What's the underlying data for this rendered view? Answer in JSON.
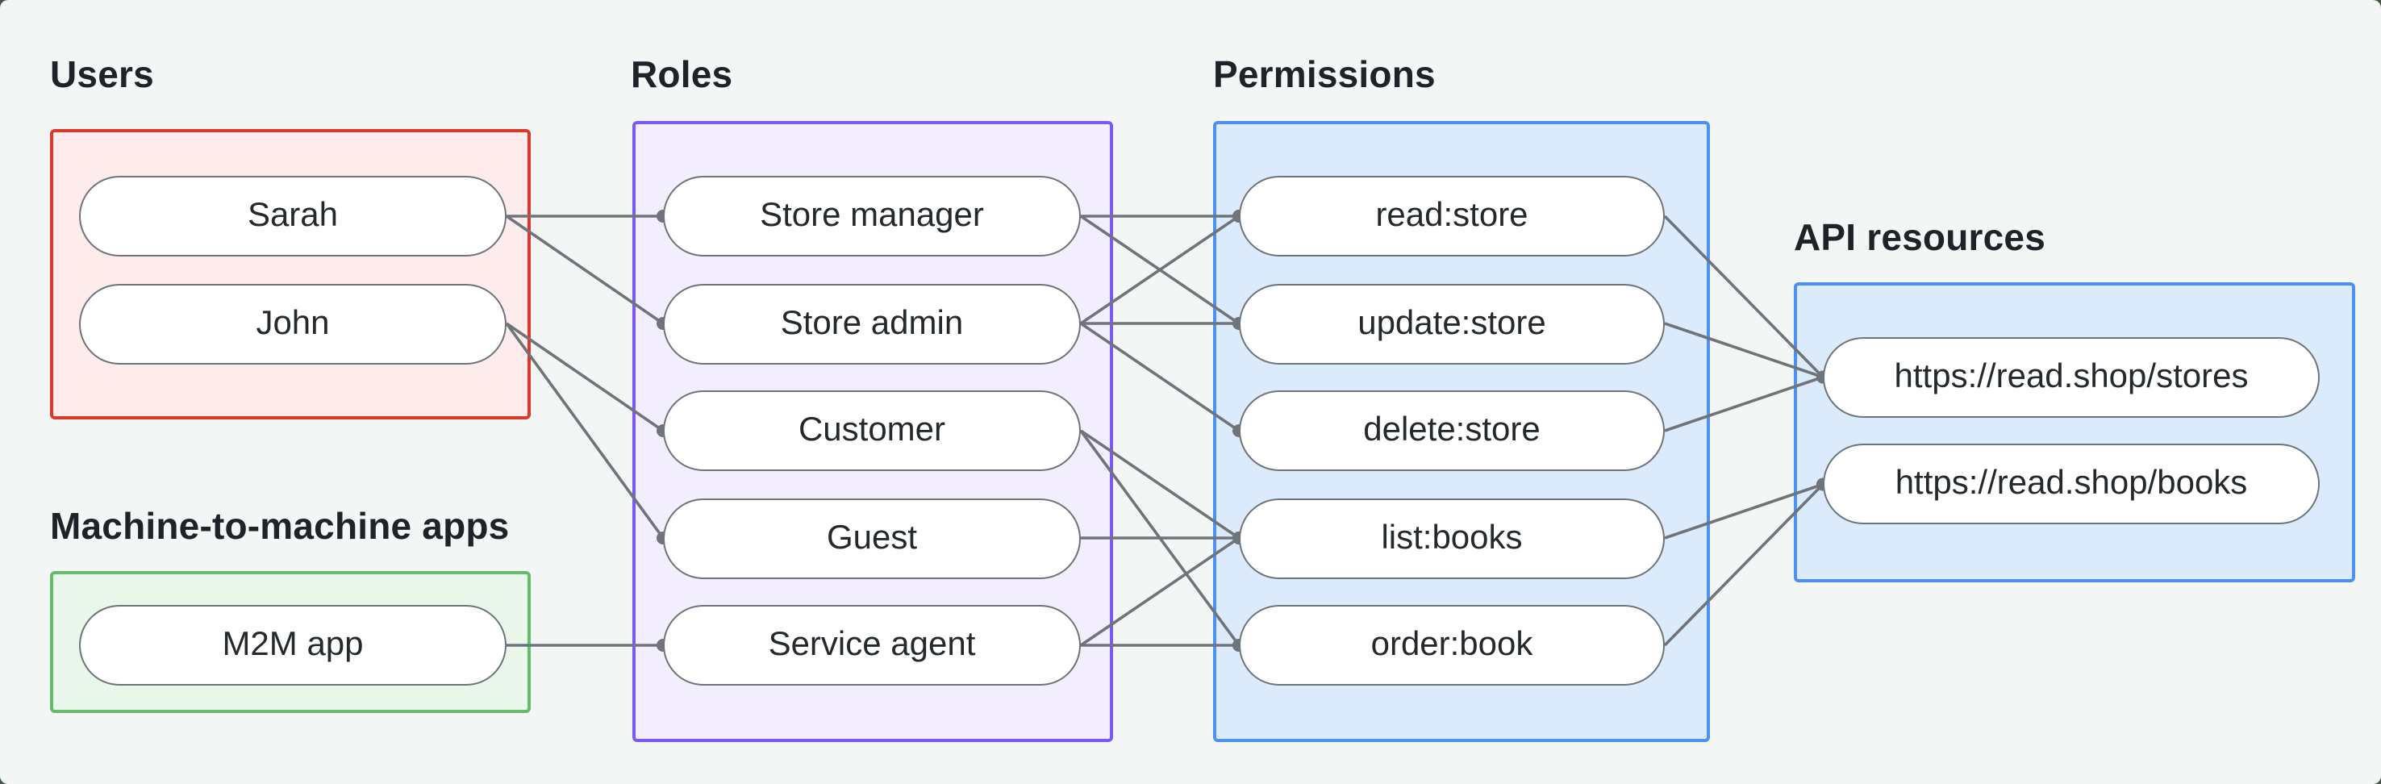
{
  "canvas": {
    "panel_background": "#f4f6f5",
    "page_background": "#475849",
    "edge_color": "#6f747a",
    "node_fill": "#ffffff",
    "node_border": "#6f7478",
    "node_text_color": "#24292e",
    "heading_text_color": "#1d2329"
  },
  "groups": {
    "users": {
      "label": "Users",
      "border_color": "#d9392c",
      "fill_color": "#fdeceb",
      "nodes": [
        {
          "id": "sarah",
          "label": "Sarah"
        },
        {
          "id": "john",
          "label": "John"
        }
      ]
    },
    "m2m": {
      "label": "Machine-to-machine apps",
      "border_color": "#65bd69",
      "fill_color": "#e9f6ea",
      "nodes": [
        {
          "id": "m2m-app",
          "label": "M2M app"
        }
      ]
    },
    "roles": {
      "label": "Roles",
      "border_color": "#7b58f8",
      "fill_color": "#f2eefe",
      "nodes": [
        {
          "id": "store-manager",
          "label": "Store manager"
        },
        {
          "id": "store-admin",
          "label": "Store admin"
        },
        {
          "id": "customer",
          "label": "Customer"
        },
        {
          "id": "guest",
          "label": "Guest"
        },
        {
          "id": "service-agent",
          "label": "Service agent"
        }
      ]
    },
    "permissions": {
      "label": "Permissions",
      "border_color": "#4a90f5",
      "fill_color": "#dcebfb",
      "nodes": [
        {
          "id": "read-store",
          "label": "read:store"
        },
        {
          "id": "update-store",
          "label": "update:store"
        },
        {
          "id": "delete-store",
          "label": "delete:store"
        },
        {
          "id": "list-books",
          "label": "list:books"
        },
        {
          "id": "order-book",
          "label": "order:book"
        }
      ]
    },
    "resources": {
      "label": "API resources",
      "border_color": "#4a90f5",
      "fill_color": "#dcebfb",
      "nodes": [
        {
          "id": "stores-api",
          "label": "https://read.shop/stores"
        },
        {
          "id": "books-api",
          "label": "https://read.shop/books"
        }
      ]
    }
  },
  "edges": [
    [
      "sarah",
      "store-manager"
    ],
    [
      "sarah",
      "store-admin"
    ],
    [
      "john",
      "customer"
    ],
    [
      "john",
      "guest"
    ],
    [
      "m2m-app",
      "service-agent"
    ],
    [
      "store-manager",
      "read-store"
    ],
    [
      "store-manager",
      "update-store"
    ],
    [
      "store-admin",
      "read-store"
    ],
    [
      "store-admin",
      "update-store"
    ],
    [
      "store-admin",
      "delete-store"
    ],
    [
      "customer",
      "list-books"
    ],
    [
      "customer",
      "order-book"
    ],
    [
      "guest",
      "list-books"
    ],
    [
      "service-agent",
      "list-books"
    ],
    [
      "service-agent",
      "order-book"
    ],
    [
      "read-store",
      "stores-api"
    ],
    [
      "update-store",
      "stores-api"
    ],
    [
      "delete-store",
      "stores-api"
    ],
    [
      "list-books",
      "books-api"
    ],
    [
      "order-book",
      "books-api"
    ]
  ]
}
